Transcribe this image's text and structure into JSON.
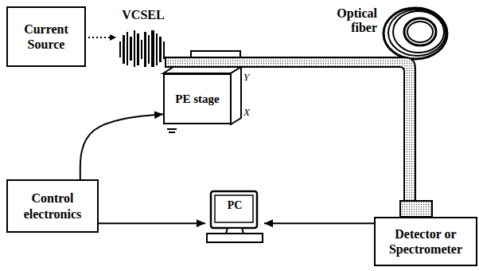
{
  "diagram": {
    "nodes": [
      {
        "text": [
          "Current Source"
        ]
      },
      {
        "text": [
          "PE stage"
        ]
      },
      {
        "text": [
          "Control electronics"
        ]
      },
      {
        "text": [
          "PC"
        ]
      },
      {
        "text": [
          "Detector or Spectrometer"
        ]
      }
    ],
    "edges": [
      {
        "from": 2,
        "to": 1,
        "arrow": "to"
      },
      {
        "from": 2,
        "to": 3,
        "arrow": "to"
      },
      {
        "from": 4,
        "to": 3,
        "arrow": "to"
      }
    ],
    "labels": [
      "VCSEL",
      "Optical fiber",
      "Y",
      "X"
    ]
  }
}
